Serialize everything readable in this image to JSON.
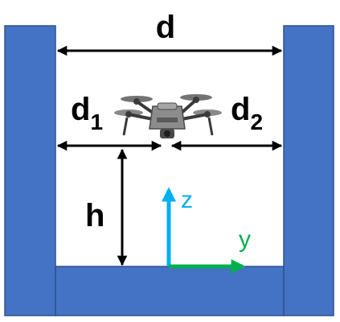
{
  "labels": {
    "width_total": "d",
    "left_gap": "d",
    "left_gap_sub": "1",
    "right_gap": "d",
    "right_gap_sub": "2",
    "height": "h",
    "axis_z": "z",
    "axis_y": "y"
  },
  "colors": {
    "wall_fill": "#4472C4",
    "wall_stroke": "#2F528F",
    "dimension_arrow": "#000000",
    "axis_z": "#00B0F0",
    "axis_y": "#00B050",
    "drone_body": "#8C8C8C",
    "drone_dark": "#3A3A3A"
  },
  "icons": {
    "vehicle": "quadcopter-drone-icon"
  }
}
